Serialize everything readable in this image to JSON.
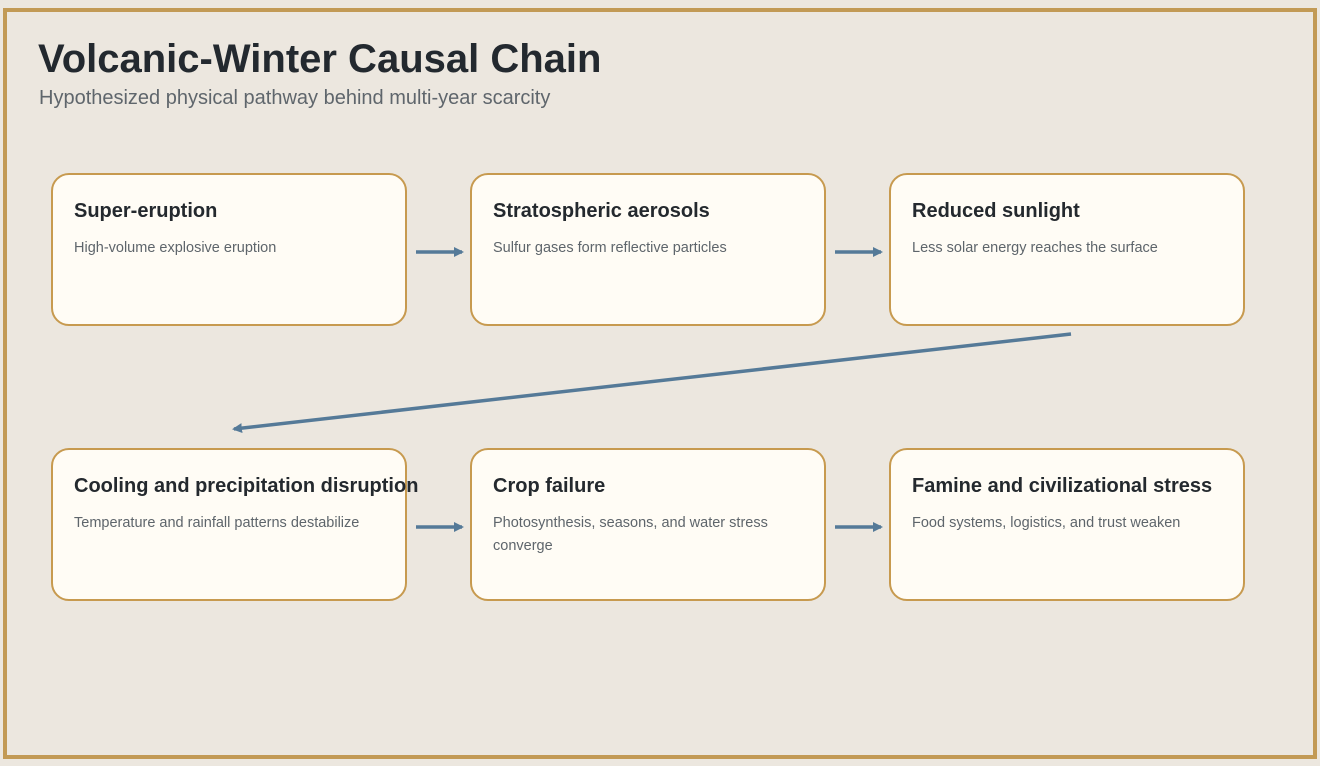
{
  "title": "Volcanic-Winter Causal Chain",
  "subtitle": "Hypothesized physical pathway behind multi-year scarcity",
  "colors": {
    "border": "#c29a55",
    "box_border": "#c79a4f",
    "box_fill": "#fffcf5",
    "arrow": "#557a98",
    "background": "#ece7df"
  },
  "nodes": [
    {
      "title": "Super-eruption",
      "desc": "High-volume explosive eruption"
    },
    {
      "title": "Stratospheric aerosols",
      "desc": "Sulfur gases form reflective particles"
    },
    {
      "title": "Reduced sunlight",
      "desc": "Less solar energy reaches the surface"
    },
    {
      "title": "Cooling and precipitation disruption",
      "desc": "Temperature and rainfall patterns destabilize"
    },
    {
      "title": "Crop failure",
      "desc": "Photosynthesis, seasons, and water stress converge"
    },
    {
      "title": "Famine and civilizational stress",
      "desc": "Food systems, logistics, and trust weaken"
    }
  ],
  "edges": [
    {
      "from": 0,
      "to": 1
    },
    {
      "from": 1,
      "to": 2
    },
    {
      "from": 2,
      "to": 3
    },
    {
      "from": 3,
      "to": 4
    },
    {
      "from": 4,
      "to": 5
    }
  ]
}
